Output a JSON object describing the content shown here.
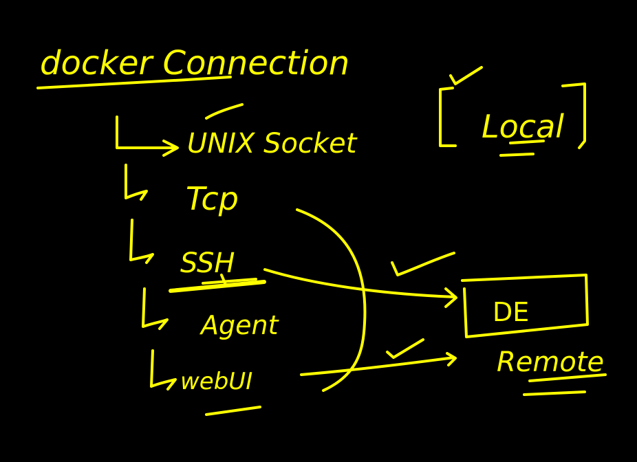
{
  "colors": {
    "background": "#000000",
    "ink": "#ffff00"
  },
  "title": "docker Connection",
  "tree": [
    {
      "label": "UNIX Socket"
    },
    {
      "label": "Tcp"
    },
    {
      "label": "SSH"
    },
    {
      "label": "Agent"
    },
    {
      "label": "webUI"
    }
  ],
  "local_box": {
    "label": "Local"
  },
  "remote_box": {
    "label": "DE"
  },
  "remote_caption": "Remote"
}
